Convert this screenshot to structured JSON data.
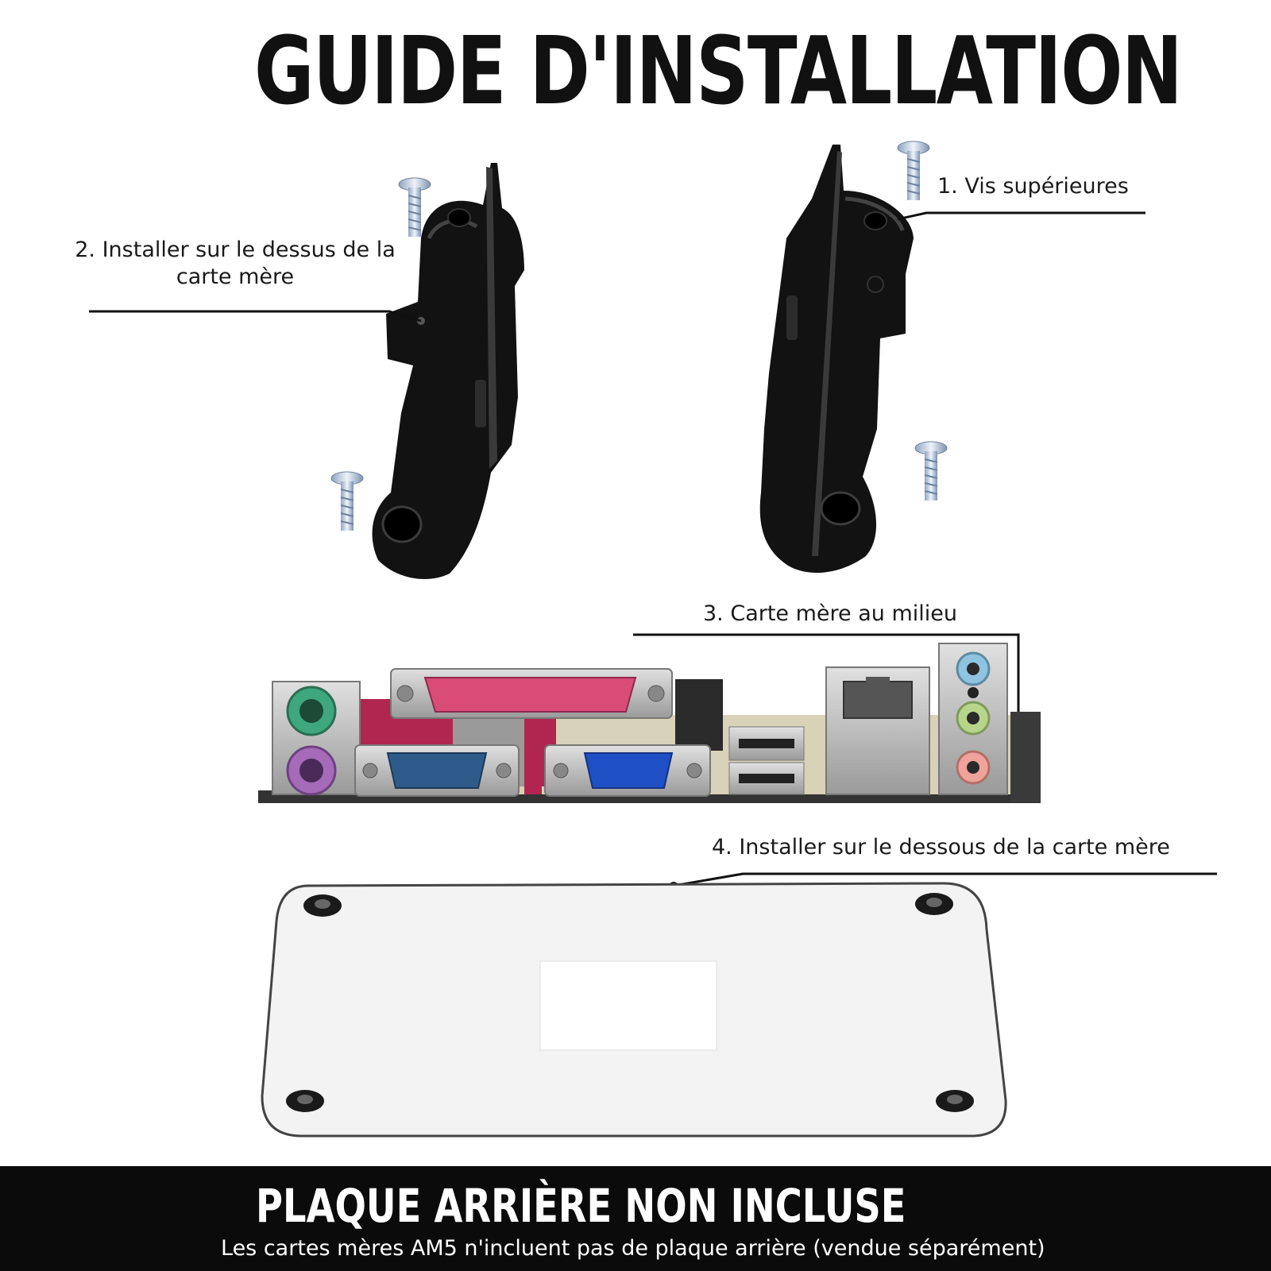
{
  "title": "GUIDE D'INSTALLATION",
  "callouts": {
    "step1": "1. Vis supérieures",
    "step2_line1": "2. Installer sur le dessus de la",
    "step2_line2": "carte mère",
    "step3": "3. Carte mère au milieu",
    "step4": "4. Installer sur le dessous de la carte mère"
  },
  "footer": {
    "title": "PLAQUE ARRIÈRE NON INCLUSE",
    "subtitle": "Les cartes mères AM5 n'incluent pas de plaque arrière (vendue séparément)"
  },
  "colors": {
    "footer_background": "#0b0b0b",
    "bracket": "#121212",
    "backplate": "#f3f3f3",
    "ps2_keyboard": "#a56ab8",
    "ps2_mouse": "#3fa77d",
    "parallel_port": "#d94c78",
    "serial_port": "#2f5b8a",
    "vga_port": "#1f4fc4",
    "audio_blue": "#8fc4e0",
    "audio_green": "#b7d58a",
    "audio_pink": "#f0a39a"
  }
}
